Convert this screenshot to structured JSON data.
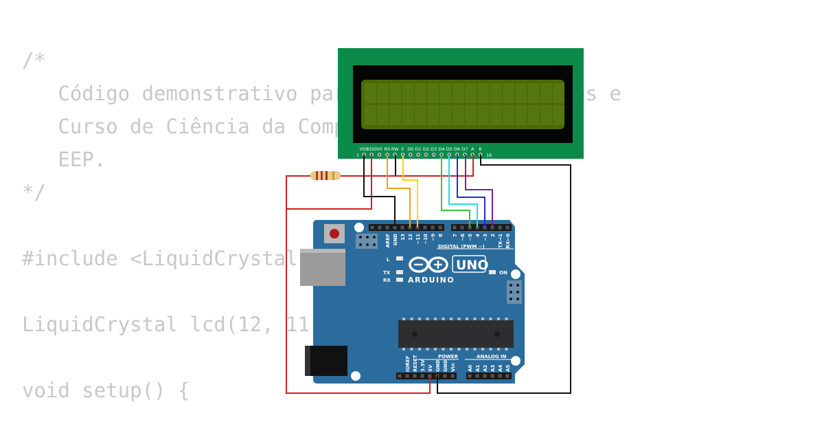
{
  "code_lines": [
    "/*",
    "   Código demonstrativo para Sensores, Atuadores e",
    "   Curso de Ciência da Computação",
    "   EEP.",
    "*/",
    "",
    "#include <LiquidCrystal.h>",
    "",
    "LiquidCrystal lcd(12, 11, 5, 4, 3, 2);",
    "",
    "void setup() {"
  ],
  "lcd": {
    "pin_labels": [
      "VSS",
      "VDD",
      "V0",
      "RS",
      "RW",
      "E",
      "D0",
      "D1",
      "D2",
      "D3",
      "D4",
      "D5",
      "D6",
      "D7",
      "A",
      "K"
    ],
    "first_pin_number": "1",
    "last_pin_number": "16"
  },
  "arduino": {
    "brand": "ARDUINO",
    "model": "UNO",
    "digital_title": "DIGITAL (PWM ~)",
    "digital_top_labels": [
      "AREF",
      "GND",
      "13",
      "12",
      "~11",
      "~10",
      "~9",
      "8"
    ],
    "digital_right_labels": [
      "7",
      "~6",
      "~5",
      "4",
      "~3",
      "2",
      "TX→1",
      "RX←0"
    ],
    "led_l": "L",
    "led_tx": "TX",
    "led_rx": "RX",
    "led_on": "ON",
    "power_title": "POWER",
    "power_labels": [
      "IOREF",
      "RESET",
      "3.3V",
      "5V",
      "GND",
      "GND",
      "Vin"
    ],
    "analog_title": "ANALOG IN",
    "analog_labels": [
      "A0",
      "A1",
      "A2",
      "A3",
      "A4",
      "A5"
    ]
  },
  "colors": {
    "lcd_pcb": "#0b8a4a",
    "lcd_bezel": "#050505",
    "lcd_screen": "#4b6a06",
    "board": "#2b6c9c",
    "wire_red": "#d11f1f",
    "wire_black": "#111111",
    "wire_orange": "#f0a020",
    "wire_yellow": "#f5d800",
    "wire_green": "#3cc23c",
    "wire_cyan": "#20e0e0",
    "wire_blue": "#1d2bd8",
    "wire_purple": "#7a1fa0",
    "code_text": "#c8c8c8"
  }
}
